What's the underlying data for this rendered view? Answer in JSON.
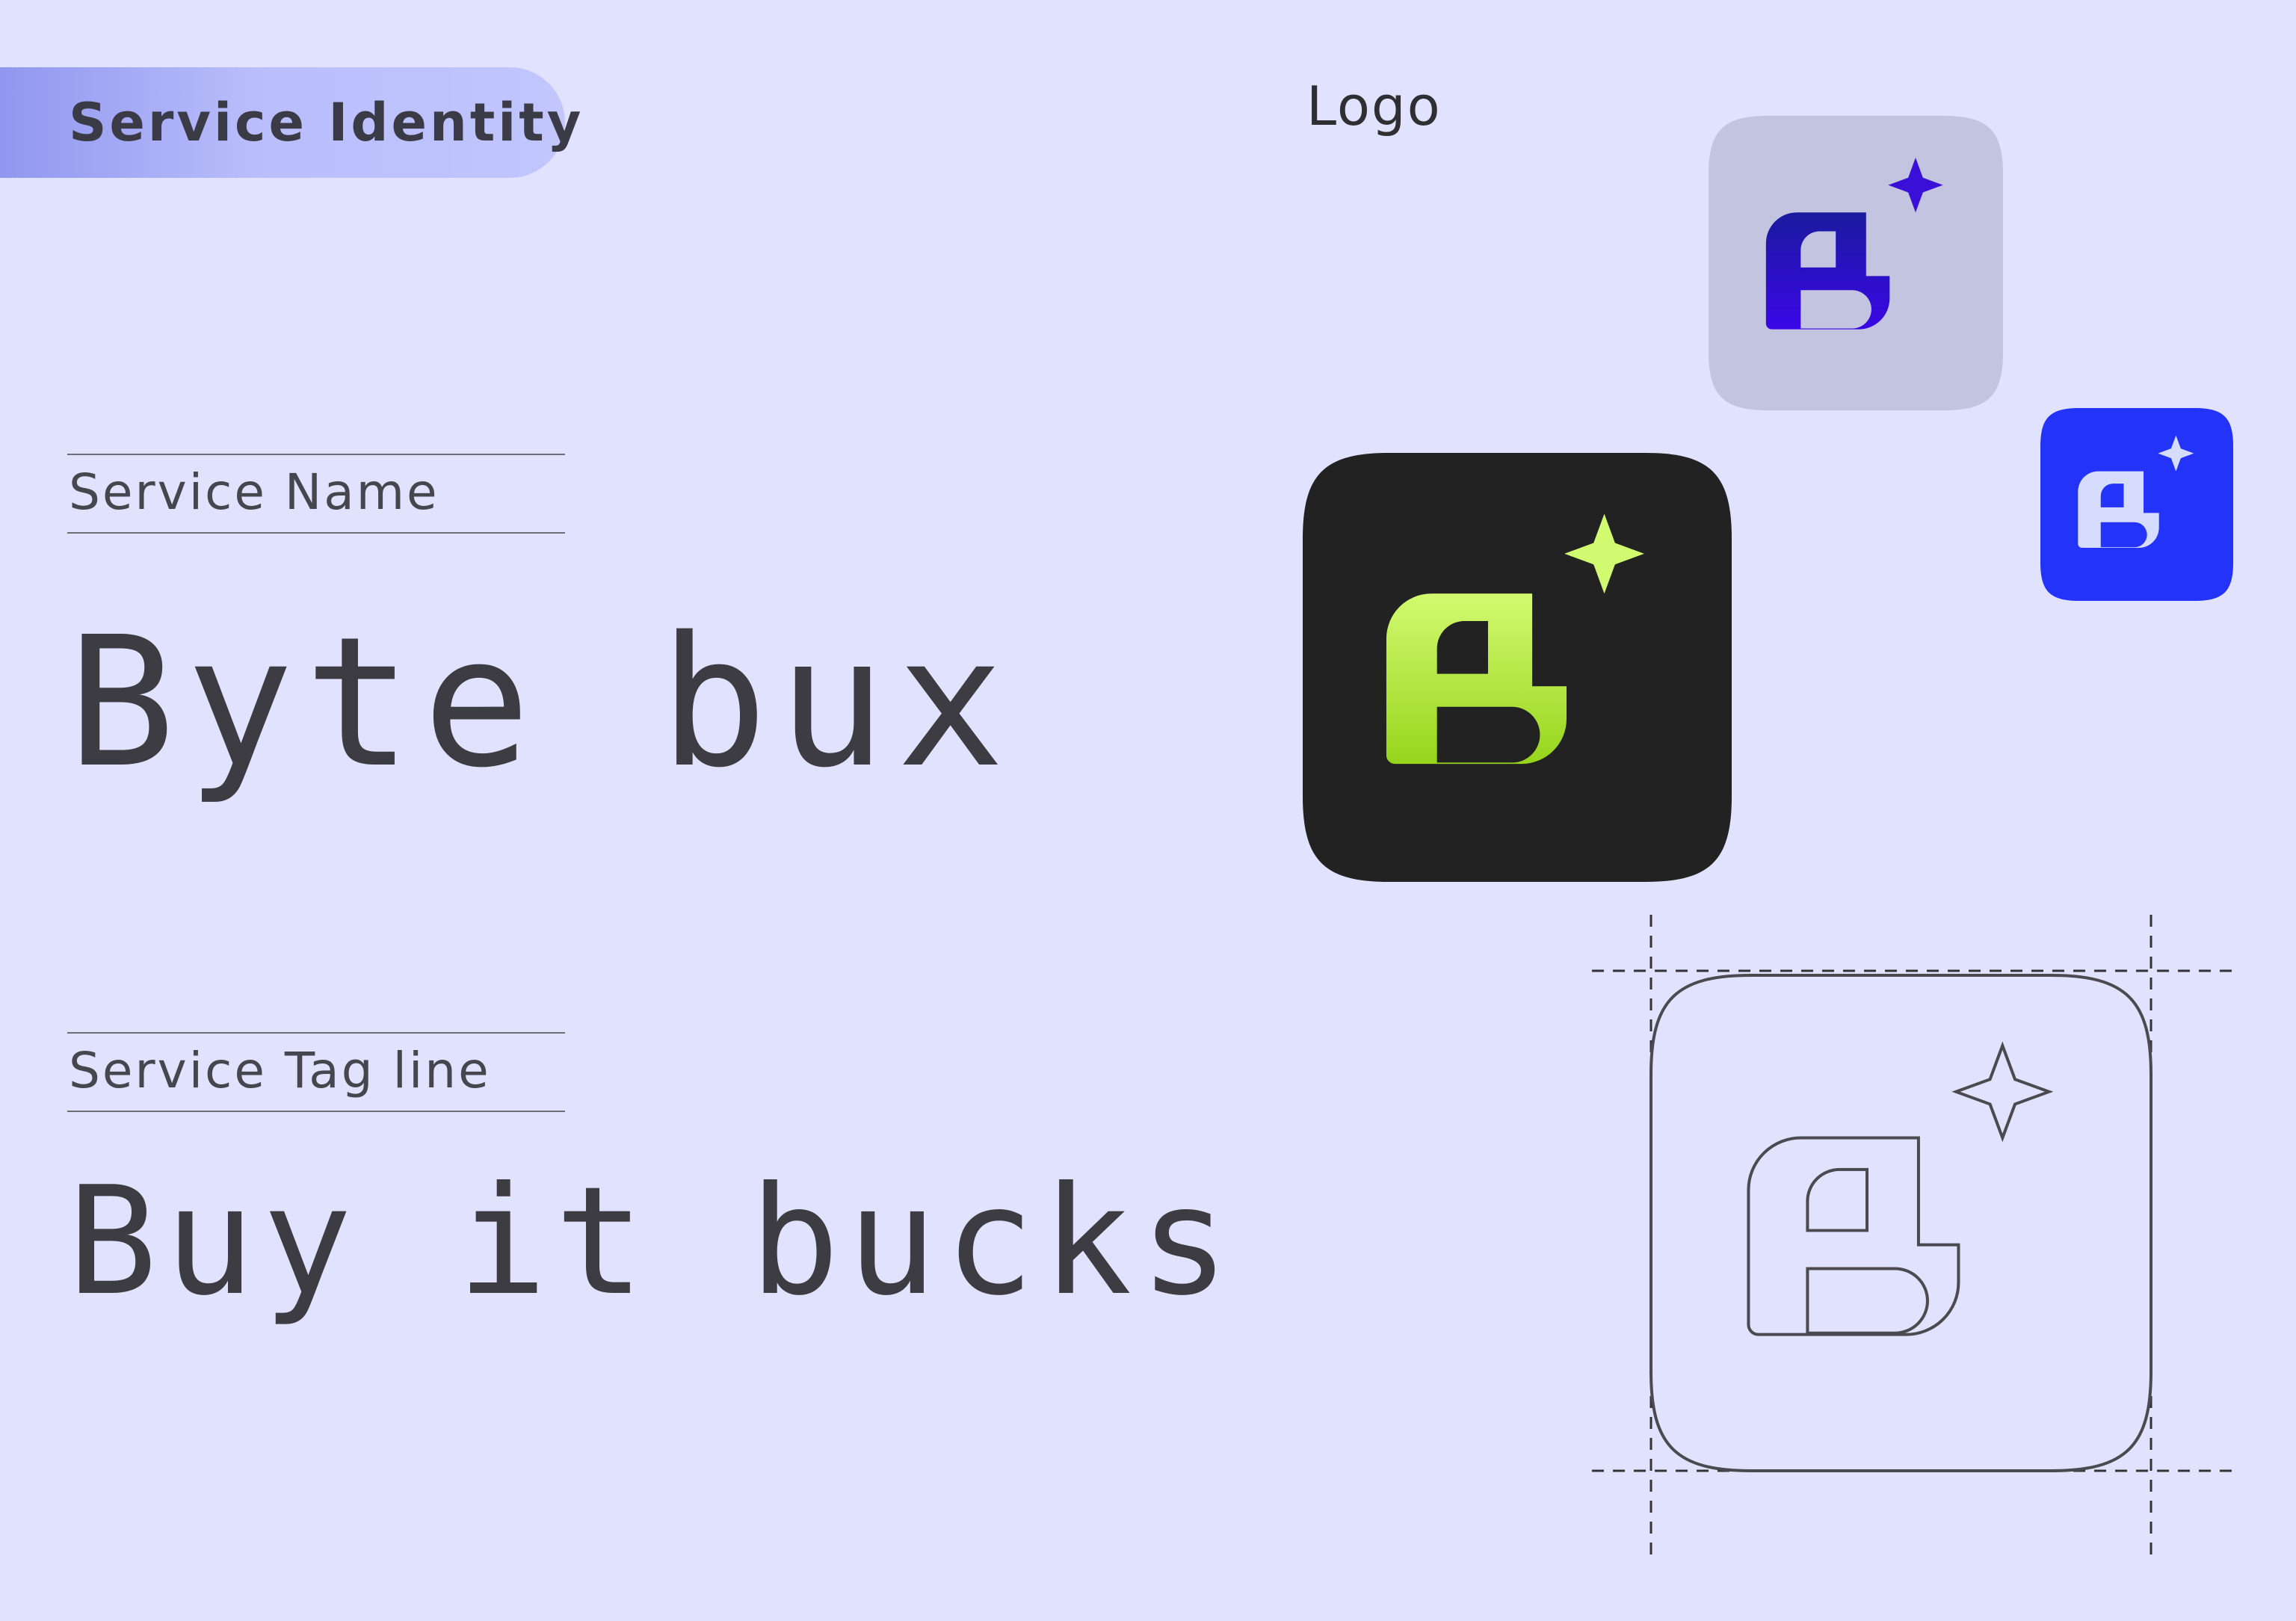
{
  "header": {
    "badge_label": "Service Identity"
  },
  "service_name": {
    "label": "Service Name",
    "value": "Byte bux"
  },
  "service_tagline": {
    "label": "Service Tag line",
    "value": "Buy it bucks"
  },
  "logo": {
    "title": "Logo"
  },
  "colors": {
    "background": "#e1e2fd",
    "pill_gradient_start": "#9197ef",
    "pill_gradient_end": "#c2c6fd",
    "icon_dark_bg": "#222222",
    "icon_green_top": "#d2fa70",
    "icon_green_bottom": "#97d51c",
    "icon_lavender_bg": "#c2c4e0",
    "icon_purple_top": "#1a1a9e",
    "icon_purple_bottom": "#3a07e6",
    "icon_blue_bg": "#2433f8",
    "icon_blue_mark": "#d6dcfd",
    "outline_stroke": "#4a4a50"
  },
  "icons": [
    "b-sparkle-logo-dark-icon",
    "b-sparkle-logo-lavender-icon",
    "b-sparkle-logo-blue-icon",
    "b-sparkle-logo-outline-construction-icon"
  ]
}
